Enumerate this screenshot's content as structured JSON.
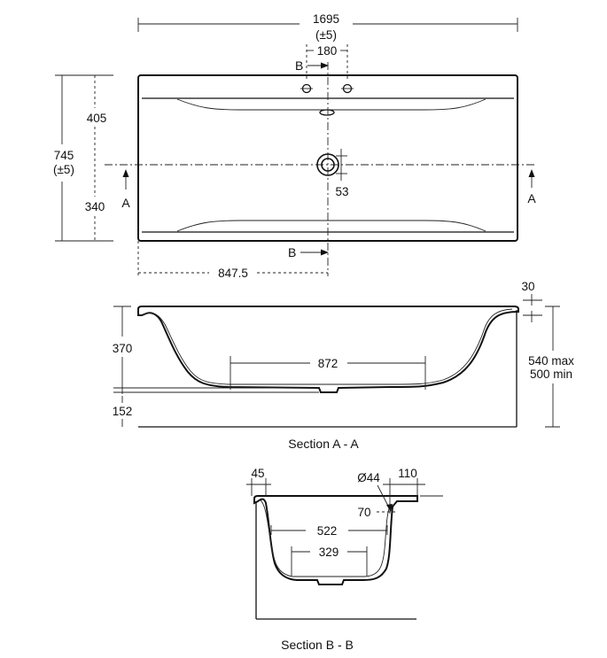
{
  "plan": {
    "length": "1695",
    "length_tol": "(±5)",
    "tap_spacing": "180",
    "width": "745",
    "width_tol": "(±5)",
    "upper": "405",
    "lower": "340",
    "waste_dia": "53",
    "waste_offset": "847.5",
    "section_a": "A",
    "section_b": "B"
  },
  "section_aa": {
    "caption": "Section A - A",
    "rim": "30",
    "depth": "370",
    "floor_len": "872",
    "height_max": "540 max",
    "height_min": "500 min",
    "feet": "152"
  },
  "section_bb": {
    "caption": "Section B - B",
    "rim": "45",
    "deck": "110",
    "hole_dia": "Ø44",
    "hole_drop": "70",
    "inner_width": "522",
    "floor_width": "329"
  }
}
